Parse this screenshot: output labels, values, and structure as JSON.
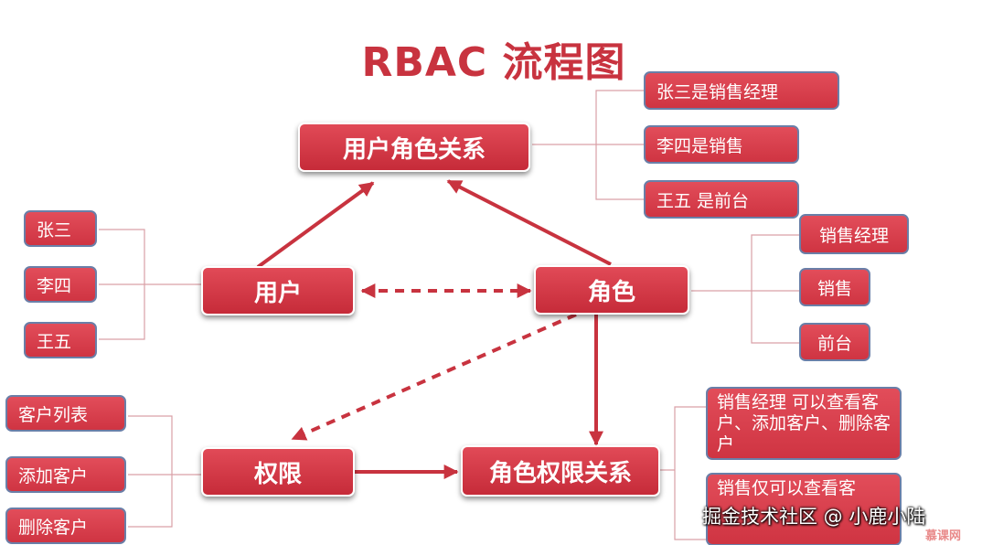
{
  "title": "RBAC 流程图",
  "nodes": {
    "user_role_relation": "用户角色关系",
    "user": "用户",
    "role": "角色",
    "permission": "权限",
    "role_permission_relation": "角色权限关系"
  },
  "users": [
    "张三",
    "李四",
    "王五"
  ],
  "user_role_examples": [
    "张三是销售经理",
    "李四是销售",
    "王五 是前台"
  ],
  "roles": [
    "销售经理",
    "销售",
    "前台"
  ],
  "permissions": [
    "客户列表",
    "添加客户",
    "删除客户"
  ],
  "role_permission_examples": [
    "销售经理 可以查看客户、添加客户、删除客户",
    "销售仅可以查看客"
  ],
  "watermark": "掘金技术社区 @ 小鹿小陆",
  "site_logo": "慕课网",
  "colors": {
    "title": "#c8333f",
    "node_fill": "#d33a47",
    "arrow": "#c8333f",
    "leaf_border": "#6a7fa8",
    "bracket": "#d9a0a6"
  }
}
